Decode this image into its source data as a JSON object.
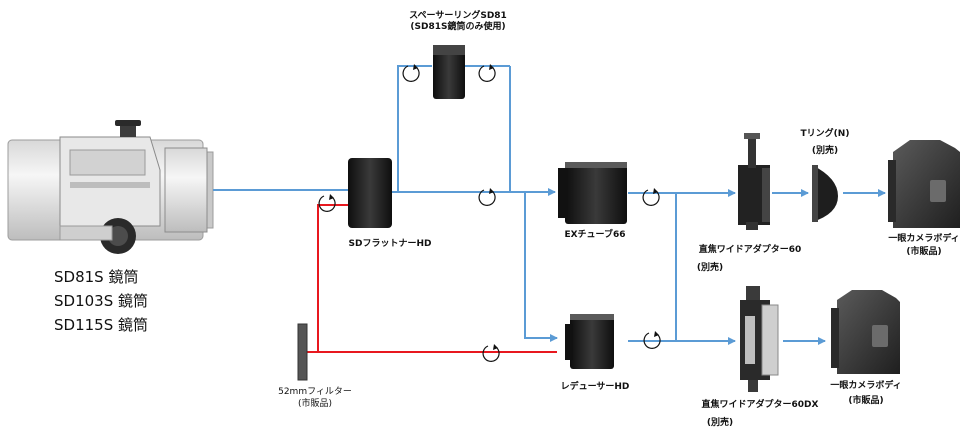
{
  "main_tube": {
    "lines": [
      "SD81S 鏡筒",
      "SD103S 鏡筒",
      "SD115S 鏡筒"
    ]
  },
  "spacer": {
    "title": "スペーサーリングSD81",
    "note": "(SD81S鏡筒のみ使用)"
  },
  "flattener": {
    "label": "SDフラットナーHD"
  },
  "ex_tube": {
    "label": "EXチューブ66"
  },
  "reducer": {
    "label": "レデューサーHD"
  },
  "t_ring": {
    "title": "Tリング(N)",
    "note": "(別売)"
  },
  "adapter_60": {
    "title": "直焦ワイドアダプター60",
    "note": "(別売)"
  },
  "adapter_60dx": {
    "title": "直焦ワイドアダプター60DX",
    "note": "(別売)"
  },
  "camera_top": {
    "title": "一眼カメラボディ",
    "note": "(市販品)"
  },
  "camera_bottom": {
    "title": "一眼カメラボディ",
    "note": "(市販品)"
  },
  "filter": {
    "title": "52mmフィルター",
    "note": "(市販品)"
  },
  "colors": {
    "optical_path": "#5b9bd5",
    "filter_path": "#e8181f",
    "part_dark": "#1b1b1b"
  }
}
